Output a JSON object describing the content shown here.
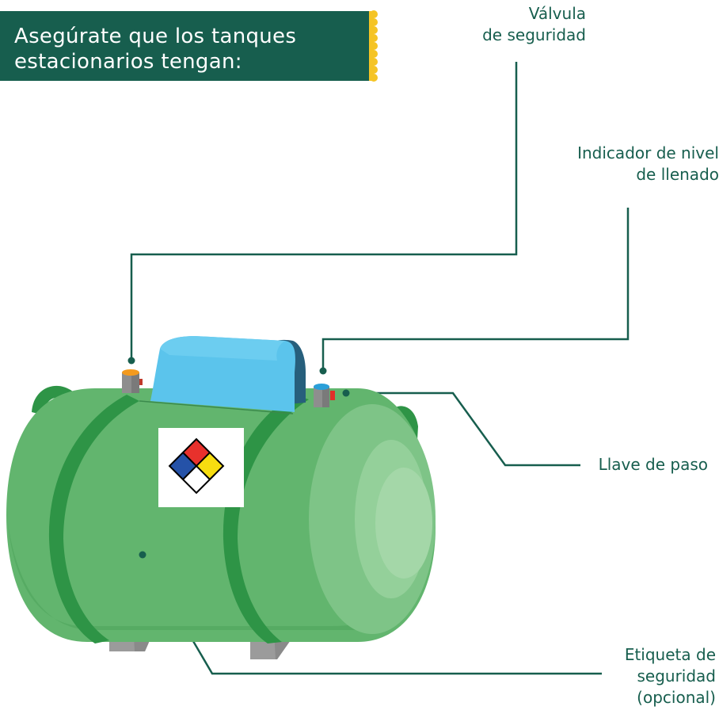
{
  "banner": {
    "line1": "Asegúrate que los tanques",
    "line2": "estacionarios tengan:"
  },
  "labels": {
    "valvula": [
      "Válvula",
      "de seguridad"
    ],
    "indicador": [
      "Indicador de nivel",
      "de llenado"
    ],
    "llave": [
      "Llave de paso"
    ],
    "etiqueta": [
      "Etiqueta de",
      "seguridad",
      "(opcional)"
    ]
  },
  "colors": {
    "brand_green": "#175e4e",
    "accent_yellow": "#f5c425",
    "tank_green": "#62b56e",
    "tank_band": "#2e9446",
    "cover_blue": "#5bc4ec"
  }
}
